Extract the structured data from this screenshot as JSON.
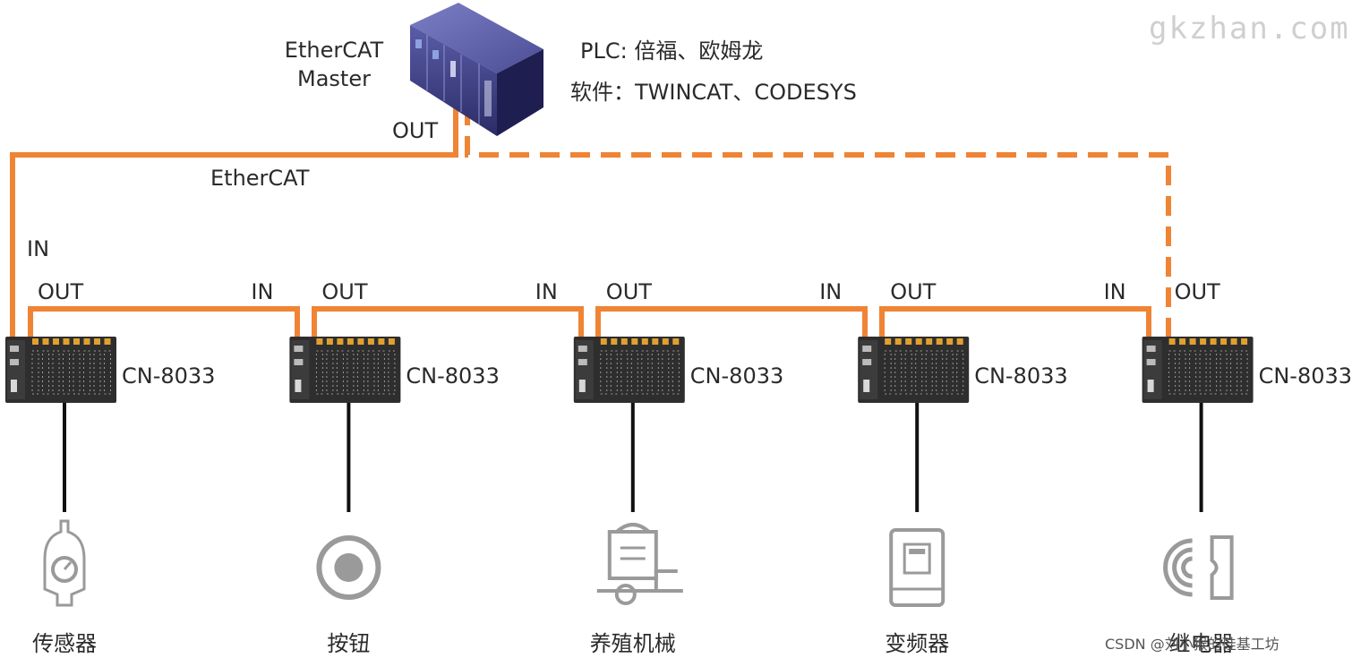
{
  "watermark": "gkzhan.com",
  "footer": "CSDN @刘小猴的硅基工坊",
  "master": {
    "title_line1": "EtherCAT",
    "title_line2": "Master",
    "plc_line": "PLC: 倍福、欧姆龙",
    "software_line": "软件：TWINCAT、CODESYS",
    "out_label": "OUT",
    "bus_label": "EtherCAT",
    "in_label": "IN"
  },
  "colors": {
    "cable": "#ef8435",
    "module": "#2e2e2e",
    "terminal": "#e0a030",
    "device": "#9a9a9a"
  },
  "modules": [
    {
      "model": "CN-8033",
      "in": "",
      "out": "OUT",
      "device": "传感器",
      "device_icon": "sensor-icon"
    },
    {
      "model": "CN-8033",
      "in": "IN",
      "out": "OUT",
      "device": "按钮",
      "device_icon": "button-icon"
    },
    {
      "model": "CN-8033",
      "in": "IN",
      "out": "OUT",
      "device": "养殖机械",
      "device_icon": "farm-machine-icon"
    },
    {
      "model": "CN-8033",
      "in": "IN",
      "out": "OUT",
      "device": "变频器",
      "device_icon": "inverter-icon"
    },
    {
      "model": "CN-8033",
      "in": "IN",
      "out": "OUT",
      "device": "继电器",
      "device_icon": "relay-icon"
    }
  ]
}
